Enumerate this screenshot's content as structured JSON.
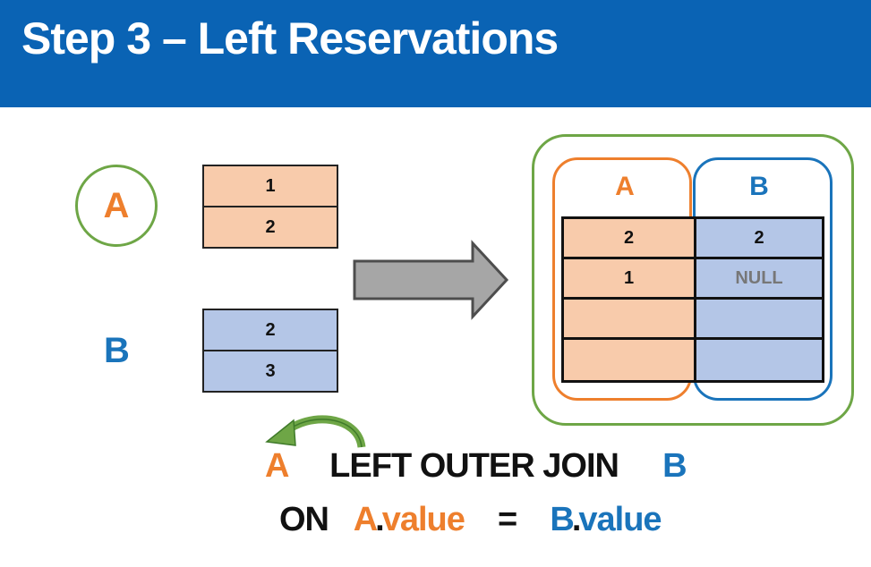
{
  "title": "Step 3 – Left Reservations",
  "colors": {
    "header": "#0a63b4",
    "a": "#ee7f2d",
    "b": "#1a74bb",
    "venn": "#6ea646",
    "cell_a": "#f8cbab",
    "cell_b": "#b4c6e7"
  },
  "table_a": {
    "label": "A",
    "rows": [
      "1",
      "2"
    ]
  },
  "table_b": {
    "label": "B",
    "rows": [
      "2",
      "3"
    ]
  },
  "result": {
    "col_a": "A",
    "col_b": "B",
    "rows": [
      {
        "a": "2",
        "b": "2"
      },
      {
        "a": "1",
        "b": "NULL"
      },
      {
        "a": "",
        "b": ""
      },
      {
        "a": "",
        "b": ""
      }
    ]
  },
  "query": {
    "left": "A",
    "join": "LEFT OUTER JOIN",
    "right": "B",
    "on": "ON",
    "a_value_prefix": "A",
    "a_value_suffix": ".value",
    "eq": "=",
    "b_value_prefix": "B",
    "b_value_suffix": ".value"
  },
  "icons": {
    "arrow": "right-arrow-icon",
    "curve": "curved-back-arrow-icon"
  }
}
